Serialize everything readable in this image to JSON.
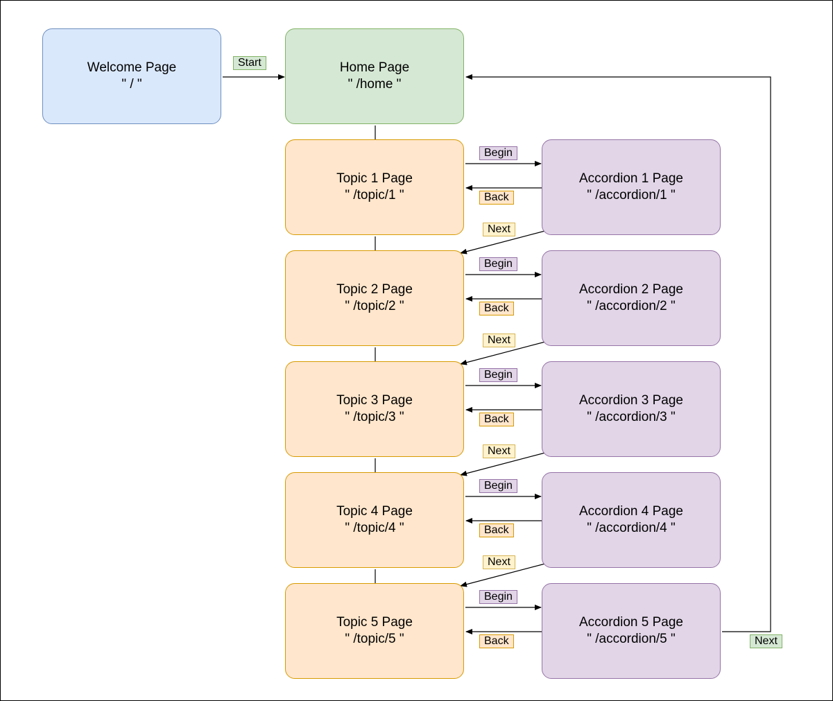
{
  "colors": {
    "welcome": {
      "fill": "#dae8fc",
      "stroke": "#6c8ebf"
    },
    "home": {
      "fill": "#d5e8d4",
      "stroke": "#82b366"
    },
    "topic": {
      "fill": "#ffe6cc",
      "stroke": "#d79b00"
    },
    "accordion": {
      "fill": "#e1d5e7",
      "stroke": "#9673a6"
    },
    "edge": "#000000"
  },
  "nodes": {
    "welcome": {
      "title": "Welcome Page",
      "path": "\" / \""
    },
    "home": {
      "title": "Home Page",
      "path": "\" /home \""
    },
    "topics": [
      {
        "title": "Topic 1 Page",
        "path": "\" /topic/1 \""
      },
      {
        "title": "Topic 2 Page",
        "path": "\" /topic/2 \""
      },
      {
        "title": "Topic 3 Page",
        "path": "\" /topic/3 \""
      },
      {
        "title": "Topic 4 Page",
        "path": "\" /topic/4 \""
      },
      {
        "title": "Topic 5 Page",
        "path": "\" /topic/5 \""
      }
    ],
    "accordions": [
      {
        "title": "Accordion 1 Page",
        "path": "\" /accordion/1 \""
      },
      {
        "title": "Accordion 2 Page",
        "path": "\" /accordion/2 \""
      },
      {
        "title": "Accordion 3 Page",
        "path": "\" /accordion/3 \""
      },
      {
        "title": "Accordion 4 Page",
        "path": "\" /accordion/4 \""
      },
      {
        "title": "Accordion 5 Page",
        "path": "\" /accordion/5 \""
      }
    ]
  },
  "edge_labels": {
    "start": "Start",
    "begin": "Begin",
    "back": "Back",
    "next": "Next",
    "final_next": "Next"
  }
}
